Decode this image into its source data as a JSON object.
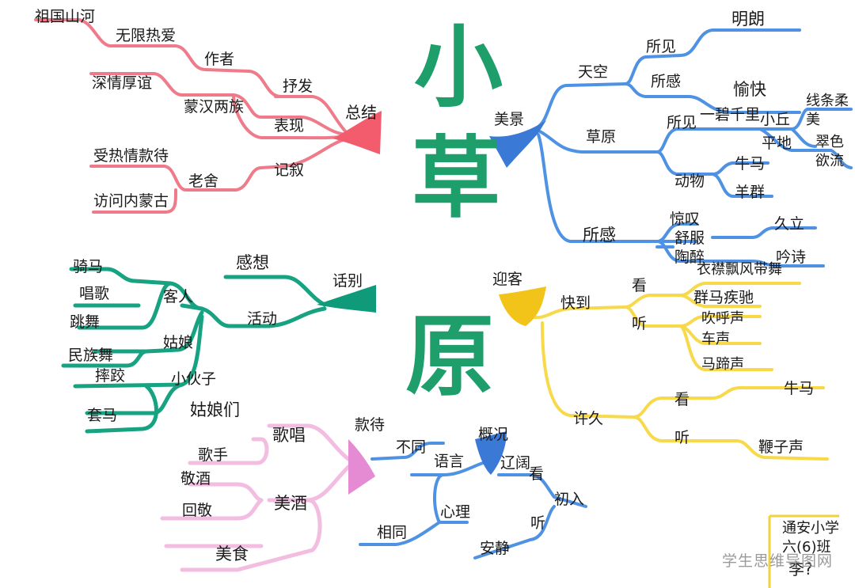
{
  "title_chars": [
    "小",
    "草",
    "原"
  ],
  "colors": {
    "pink": "#ef7b8a",
    "pink_fill": "#f25c6c",
    "blue": "#4f92e3",
    "blue_fill": "#3a7ad6",
    "green": "#17a281",
    "green_fill": "#0f9a7a",
    "yellow": "#f7d94a",
    "yellow_fill": "#f2c318",
    "magenta": "#f2bde0",
    "magenta_fill": "#e58bd3",
    "title": "#1e9e6a"
  },
  "branches": {
    "summary": {
      "root": "总结",
      "nodes": [
        "抒发",
        "表现",
        "记叙",
        "作者",
        "无限热爱",
        "祖国山河",
        "蒙汉两族",
        "深情厚谊",
        "老舍",
        "受热情款待",
        "访问内蒙古"
      ]
    },
    "scenery": {
      "root": "美景",
      "nodes": [
        "天空",
        "所见",
        "明朗",
        "所感",
        "愉快",
        "草原",
        "所见",
        "一碧千里",
        "小丘",
        "平地",
        "线条柔美",
        "翠色欲流",
        "动物",
        "牛马",
        "羊群",
        "所感",
        "惊叹",
        "舒服",
        "陶醉",
        "久立",
        "吟诗"
      ]
    },
    "farewell": {
      "root": "话别",
      "nodes": [
        "感想",
        "活动",
        "客人",
        "骑马",
        "唱歌",
        "跳舞",
        "姑娘",
        "民族舞",
        "小伙子",
        "摔跤",
        "套马"
      ]
    },
    "welcome": {
      "root": "迎客",
      "nodes": [
        "快到",
        "看",
        "衣襟飘风带舞",
        "群马疾驰",
        "听",
        "吹呼声",
        "车声",
        "马蹄声",
        "许久",
        "看",
        "牛马",
        "听",
        "鞭子声"
      ]
    },
    "hospitality": {
      "root": "款待",
      "nodes": [
        "姑娘们",
        "歌唱",
        "歌手",
        "敬酒",
        "回敬",
        "美酒",
        "美食"
      ]
    },
    "overview": {
      "root": "概况",
      "nodes": [
        "辽阔",
        "看",
        "初入",
        "听",
        "安静",
        "相同",
        "心理",
        "语言",
        "不同"
      ]
    }
  },
  "signature": [
    "通安小学",
    "六(6)班",
    "李?"
  ],
  "watermark": "学生思维导图网"
}
